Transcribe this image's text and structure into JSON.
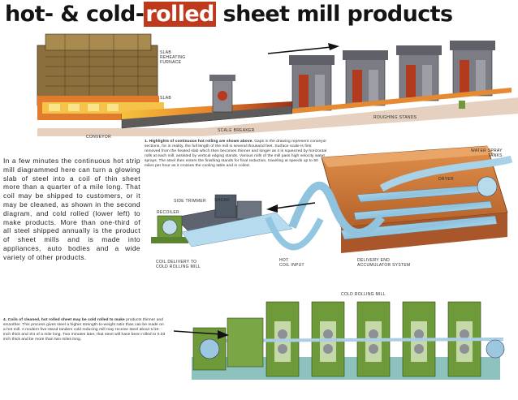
{
  "title": {
    "before": "hot- & cold-",
    "highlight": "rolled",
    "after": " sheet mill products"
  },
  "intro_text": "In a few minutes the continuous hot strip mill diagrammed here can turn a glowing slab of steel into a coil of thin sheet more than a quarter of a mile long. That coil may be shipped to customers, or it may be cleaned, as shown in the second diagram, and cold rolled (lower left) to make products. More than one-third of all steel shipped annually is the product of sheet mills and is made into appliances, auto bodies and a wide variety of other products.",
  "captions": {
    "hot": {
      "number": "1.",
      "bold": "Highlights of continuous hot rolling are shown above.",
      "text": " Gaps in the drawing represent conveyor sections, for in reality, the full length of the mill is several thousand feet. Surface scale is first removed from the heated slab which then becomes thinner and longer as it is squeezed by horizontal rolls at each mill, assisted by vertical edging stands. Various rolls of the mill pass high velocity water sprays. The steel then enters the finishing stands for final reduction, traveling at speeds up to 50 miles per hour as it crosses the cooling table and is coiled."
    },
    "cold": {
      "number": "4.",
      "bold": "Coils of cleaned, hot rolled sheet may be cold rolled to make",
      "text": " products thinner and smoother. This process gives steel a higher strength-to-weight ratio than can be made on a hot mill. A modern five-stand tandem cold reducing mill may receive steel about 1/10-inch thick and 3/4 of a mile long. Two minutes later, that steel will have been rolled to 0.03 inch thick and be more than two miles long."
    }
  },
  "labels": {
    "furnace": "SLAB\nREHEATING\nFURNACE",
    "slab": "SLAB",
    "conveyor": "CONVEYOR",
    "scale_breaker": "SCALE BREAKER",
    "roughing_stands": "ROUGHING STANDS",
    "water_spray": "WATER SPRAY\nTANKS",
    "tanks_small": "DRYER",
    "side_trimmer": "SIDE TRIMMER",
    "shear": "SHEAR",
    "recoiler": "RECOILER",
    "coil_delivery": "COIL DELIVERY TO\nCOLD ROLLING MILL",
    "pickling": "HOT\nCOIL INPUT",
    "delivery_end": "DELIVERY END\nACCUMULATOR SYSTEM",
    "cold_mill": "COLD ROLLING MILL"
  },
  "colors": {
    "steel_red": "#bf3a1c",
    "glow_orange": "#e9852b",
    "mill_gray": "#7c7d84",
    "machine_green": "#6f9a3a",
    "tank_orange": "#cf7a35",
    "strip_blue": "#a9cfe6"
  }
}
